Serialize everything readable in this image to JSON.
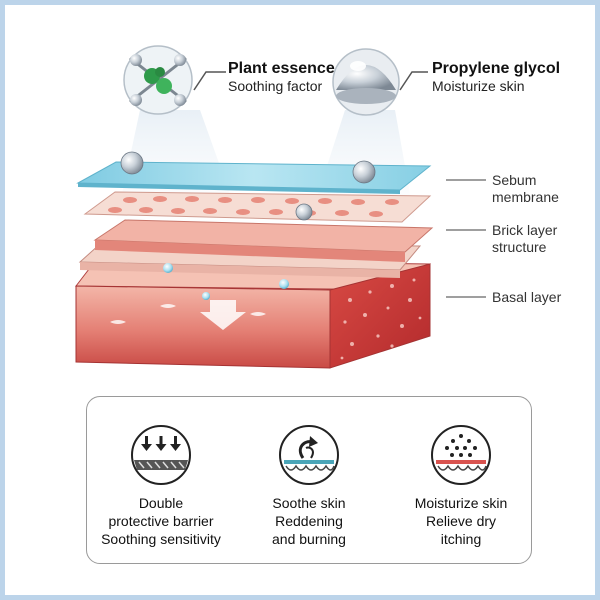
{
  "ingredients": [
    {
      "title": "Plant essence",
      "subtitle": "Soothing factor",
      "icon": "plant-essence-molecule-icon"
    },
    {
      "title": "Propylene glycol",
      "subtitle": "Moisturize skin",
      "icon": "moisture-droplet-sphere-icon"
    }
  ],
  "layers": [
    {
      "line1": "Sebum",
      "line2": "membrane"
    },
    {
      "line1": "Brick layer",
      "line2": "structure"
    },
    {
      "line1": "Basal layer",
      "line2": ""
    }
  ],
  "benefits": [
    {
      "line1": "Double",
      "line2": "protective barrier",
      "line3": "Soothing sensitivity",
      "icon": "barrier-arrows-icon"
    },
    {
      "line1": "Soothe skin",
      "line2": "Reddening",
      "line3": "and burning",
      "icon": "soothe-curved-arrow-icon"
    },
    {
      "line1": "Moisturize skin",
      "line2": "Relieve dry",
      "line3": "itching",
      "icon": "moisture-dots-icon"
    }
  ],
  "colors": {
    "frame": "#bcd4ea",
    "sebum": "#8fd3e8",
    "brick": "#f3c9bd",
    "brick_cells": "#e88f82",
    "basal_top": "#f0b0a4",
    "basal_side": "#c83a3a",
    "panel_border": "#9a9a9a",
    "icon_teal": "#4aa5b8",
    "icon_red": "#d9534f"
  }
}
